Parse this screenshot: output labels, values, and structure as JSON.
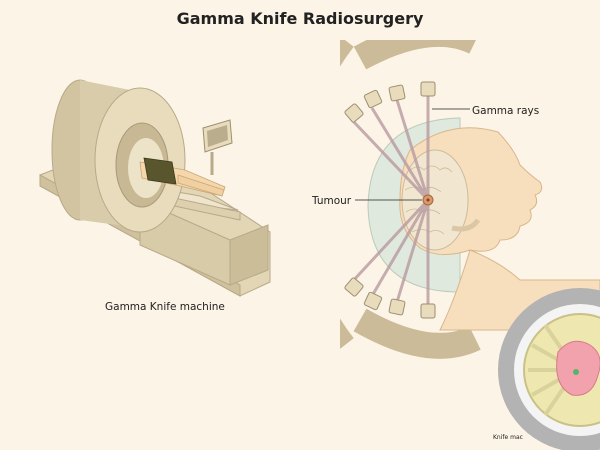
{
  "title": "Gamma Knife Radiosurgery",
  "labels": {
    "machine": "Gamma Knife machine",
    "tumour": "Tumour",
    "gamma_rays": "Gamma rays",
    "inset_caption": "Knife mac"
  },
  "colors": {
    "background": "#fcf4e6",
    "machine_body": "#e8dcbc",
    "machine_shadow": "#cfc19c",
    "helmet_ring": "#cbbb98",
    "head_skin": "#f7dfbd",
    "brain": "#f1e6cf",
    "shield": "#dfe9de",
    "beam": "#b99aa2",
    "tumour": "#d79a6a",
    "inset_ring": "#b3b3b3",
    "inset_target": "#f2a2ad"
  }
}
